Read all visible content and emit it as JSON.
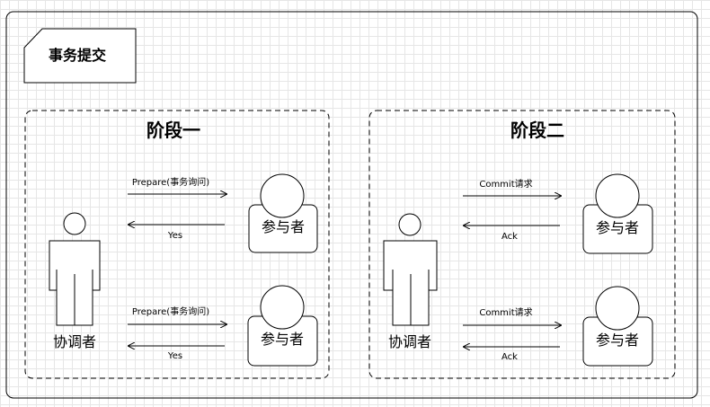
{
  "diagram": {
    "title": "事务提交",
    "phases": [
      {
        "title": "阶段一",
        "coordinator_label": "协调者",
        "participants": [
          {
            "label": "参与者",
            "request": "Prepare(事务询问)",
            "response": "Yes"
          },
          {
            "label": "参与者",
            "request": "Prepare(事务询问)",
            "response": "Yes"
          }
        ]
      },
      {
        "title": "阶段二",
        "coordinator_label": "协调者",
        "participants": [
          {
            "label": "参与者",
            "request": "Commit请求",
            "response": "Ack"
          },
          {
            "label": "参与者",
            "request": "Commit请求",
            "response": "Ack"
          }
        ]
      }
    ]
  }
}
